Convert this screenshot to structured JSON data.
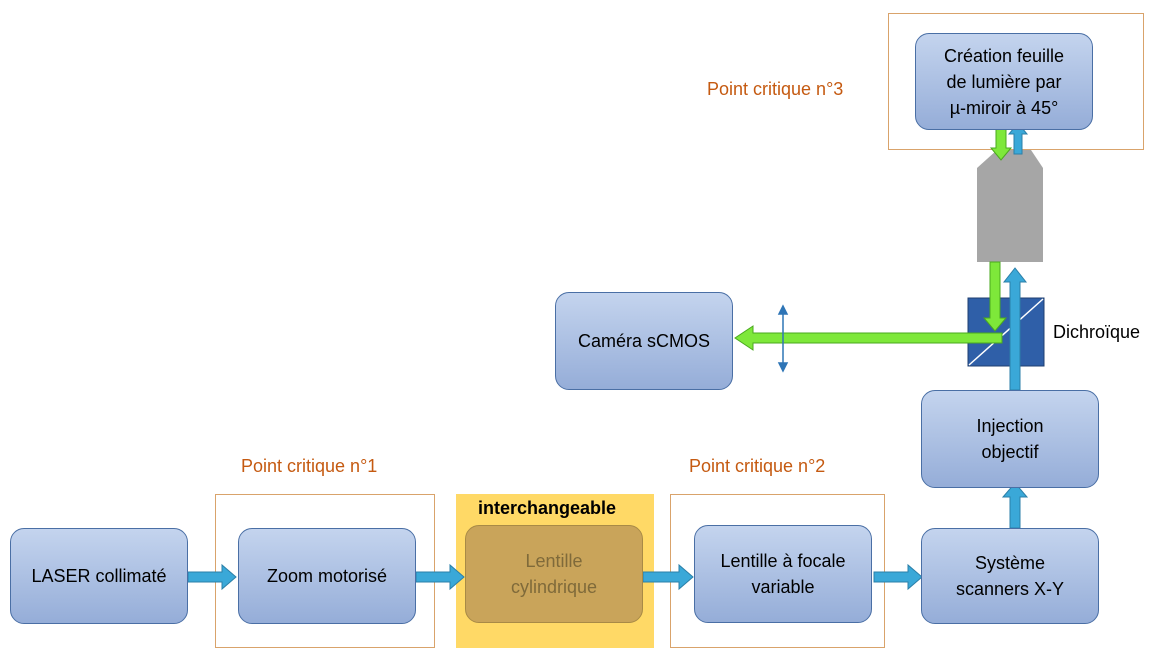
{
  "critical_points": {
    "p1": "Point critique n°1",
    "p2": "Point critique n°2",
    "p3": "Point critique n°3"
  },
  "interchangeable_label": "interchangeable",
  "nodes": {
    "laser": "LASER collimaté",
    "zoom": "Zoom motorisé",
    "lentille_cyl": "Lentille\ncylindrique",
    "lentille_focale": "Lentille à focale\nvariable",
    "scanners": "Système\nscanners X-Y",
    "injection": "Injection\nobjectif",
    "camera": "Caméra sCMOS",
    "creation": "Création feuille\nde lumière par\nµ-miroir à 45°"
  },
  "dichroique_label": "Dichroïque",
  "colors": {
    "excitation_arrow": "#3aa8d8",
    "emission_arrow": "#7ee83a",
    "critical_text": "#c55a11",
    "node_fill": "#a9bee3",
    "interchangeable_bg": "#ffd966",
    "objective": "#a6a6a6",
    "dichroic": "#2f5fa8"
  }
}
